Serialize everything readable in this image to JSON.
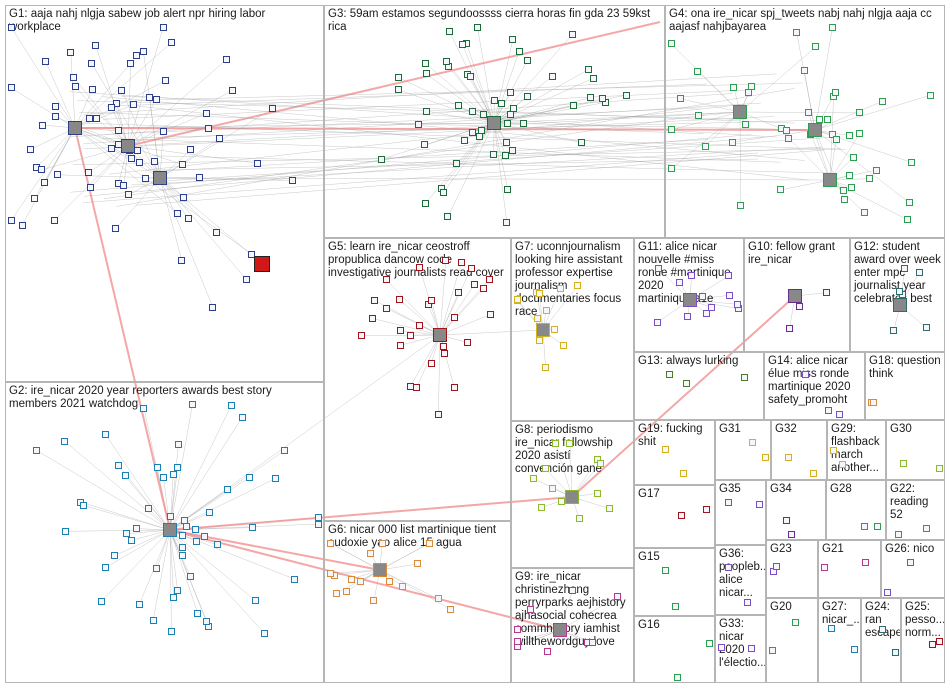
{
  "graph": {
    "groups": [
      {
        "id": "G1",
        "label": "G1: aaja nahj nlgja sabew job alert npr hiring labor workplace",
        "color": "#2b3f8c"
      },
      {
        "id": "G2",
        "label": "G2: ire_nicar 2020 year reporters awards best story members 2021 watchdog",
        "color": "#1b7fb2"
      },
      {
        "id": "G3",
        "label": "G3: 59am estamos segundoossss cierra horas fin gda 23 59kst rica",
        "color": "#1e6b3a"
      },
      {
        "id": "G4",
        "label": "G4: ona ire_nicar spj_tweets nabj nahj nlgja aaja cc aajasf nahjbayarea",
        "color": "#2d9e50"
      },
      {
        "id": "G5",
        "label": "G5: learn ire_nicar ceostroff propublica dancow code investigative journalists read cover",
        "color": "#a0151c"
      },
      {
        "id": "G6",
        "label": "G6: nicar 000 list martinique tient eudoxie yao alice 15 agua",
        "color": "#d98a3a"
      },
      {
        "id": "G7",
        "label": "G7: uconnjournalism looking hire assistant professor expertise journalism documentaries focus race",
        "color": "#d4b21e"
      },
      {
        "id": "G8",
        "label": "G8: periodismo ire_nicar fellowship 2020 asistí convención gané",
        "color": "#8fb82e"
      },
      {
        "id": "G9",
        "label": "G9: ire_nicar christinezhang perryrparks aejhistory ajhasocial cohecrea commhistory iamhist willthewordguy love",
        "color": "#b43a8e"
      },
      {
        "id": "G10",
        "label": "G10: fellow grant ire_nicar",
        "color": "#6a2d8f"
      },
      {
        "id": "G11",
        "label": "G11: alice nicar nouvelle #miss ronde #martinique 2020 martiniquela1e",
        "color": "#7a4fc2"
      },
      {
        "id": "G12",
        "label": "G12: student award over week enter mpc journalist year celebrates best",
        "color": "#2e6b6b"
      },
      {
        "id": "G13",
        "label": "G13: always lurking",
        "color": "#4a7a2a"
      },
      {
        "id": "G14",
        "label": "G14: alice nicar élue miss ronde martinique 2020 safety_promoht",
        "color": "#7a4fc2"
      },
      {
        "id": "G15",
        "label": "G15",
        "color": "#2d9e50"
      },
      {
        "id": "G16",
        "label": "G16",
        "color": "#2d9e50"
      },
      {
        "id": "G17",
        "label": "G17",
        "color": "#a0151c"
      },
      {
        "id": "G18",
        "label": "G18: question think",
        "color": "#d98a3a"
      },
      {
        "id": "G19",
        "label": "G19: fucking shit",
        "color": "#d4b21e"
      },
      {
        "id": "G20",
        "label": "G20",
        "color": "#2d9e50"
      },
      {
        "id": "G21",
        "label": "G21",
        "color": "#b43a8e"
      },
      {
        "id": "G22",
        "label": "G22: reading 52",
        "color": "#2d9e50"
      },
      {
        "id": "G23",
        "label": "G23",
        "color": "#7a4fc2"
      },
      {
        "id": "G24",
        "label": "G24: ran escape",
        "color": "#2e6b6b"
      },
      {
        "id": "G25",
        "label": "G25: pesso... norm...",
        "color": "#a0151c"
      },
      {
        "id": "G26",
        "label": "G26: nico",
        "color": "#7a4fc2"
      },
      {
        "id": "G27",
        "label": "G27: nicar_...",
        "color": "#1b7fb2"
      },
      {
        "id": "G28",
        "label": "G28",
        "color": "#2d9e50"
      },
      {
        "id": "G29",
        "label": "G29: flashback march another...",
        "color": "#d4b21e"
      },
      {
        "id": "G30",
        "label": "G30",
        "color": "#8fb82e"
      },
      {
        "id": "G31",
        "label": "G31",
        "color": "#d4b21e"
      },
      {
        "id": "G32",
        "label": "G32",
        "color": "#d4b21e"
      },
      {
        "id": "G33",
        "label": "G33: nicar 2020 l'électio...",
        "color": "#7a4fc2"
      },
      {
        "id": "G34",
        "label": "G34",
        "color": "#6a2d8f"
      },
      {
        "id": "G35",
        "label": "G35",
        "color": "#7a4fc2"
      },
      {
        "id": "G36",
        "label": "G36: peopleb... alice nicar...",
        "color": "#7a4fc2"
      }
    ],
    "edge_colors": {
      "normal": "#9a9a9a",
      "strong": "#f08a8a"
    }
  }
}
